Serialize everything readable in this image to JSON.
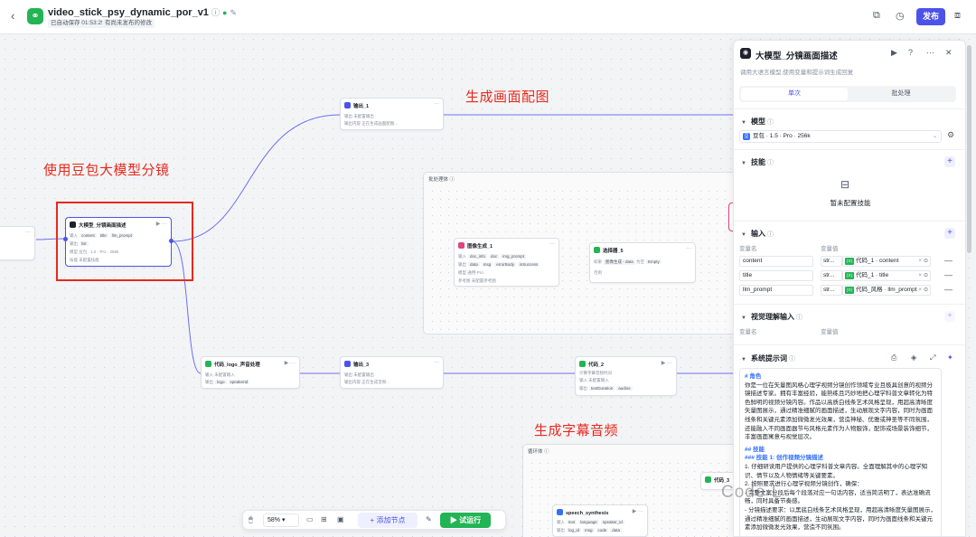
{
  "app": {
    "title": "video_stick_psy_dynamic_por_v1",
    "autosave": "已自动保存 01:53:25",
    "unpublished": "有尚未发布的修改",
    "publish_label": "发布"
  },
  "annotations": {
    "split": "使用豆包大模型分镜",
    "image": "生成画面配图",
    "subtitle": "生成字幕音频"
  },
  "nodes": {
    "left_partial": {
      "title": "",
      "row1": "",
      "row2": ""
    },
    "llm": {
      "title": "大模型_分镜画面描述",
      "in_label": "输入",
      "in1": "content",
      "in2": "title",
      "in3": "llm_prompt",
      "out_label": "输出",
      "out1": "list",
      "model_label": "模型",
      "model": "豆包 · 1.5 · Pro · 256k",
      "skill_label": "技能",
      "skill": "未配置技能"
    },
    "out1": {
      "title": "输出_1",
      "r1k": "输出",
      "r1v": "未配置输出",
      "r2k": "输出内容",
      "r2v": "正在生成画面配图..."
    },
    "batch": {
      "title": "批处理体"
    },
    "imggen": {
      "title": "图像生成_1",
      "in_label": "输入",
      "in1": "doc_info",
      "in2": "doc",
      "in3": "img_prompt",
      "out_label": "输出",
      "out1": "data",
      "out2": "msg",
      "out3": "errorBody",
      "out4": "isSuccess",
      "model_label": "模型",
      "model": "通用-Pro",
      "ref_label": "参考图",
      "ref": "未配置参考图"
    },
    "selector": {
      "title": "选择器_5",
      "k": "如果",
      "v1": "图像生成 - data",
      "v2": "为空",
      "v3": "Empty",
      "k2": "否则"
    },
    "code_logo": {
      "title": "代码_logo_声音处理",
      "in_label": "输入",
      "in1": "未配置输入",
      "out_label": "输出",
      "out1": "logo",
      "out2": "speakerId"
    },
    "out3": {
      "title": "输出_3",
      "r1k": "输出",
      "r1v": "未配置输出",
      "r2k": "输出内容",
      "r2v": "正在生成音频..."
    },
    "code2": {
      "title": "代码_2",
      "r0": "计算字幕音频时间",
      "in_label": "输入",
      "in1": "未配置输入",
      "out_label": "输出",
      "out1": "textDuration",
      "out2": "audios"
    },
    "loop": {
      "title": "循环体"
    },
    "speech": {
      "title": "speech_synthesis",
      "in_label": "输入",
      "in1": "text",
      "in2": "language",
      "in3": "speaker_id",
      "out_label": "输出",
      "out1": "log_id",
      "out2": "msg",
      "out3": "code",
      "out4": "data"
    },
    "small3": {
      "title": "代码_3"
    }
  },
  "toolbar": {
    "zoom": "58%",
    "add_node": "添加节点",
    "trial_run": "试运行"
  },
  "panel": {
    "title": "大模型_分镜画面描述",
    "desc": "调用大语言模型,使用变量和提示词生成回复",
    "tab_single": "单次",
    "tab_batch": "批处理",
    "model_section": "模型",
    "model_value": "豆包 · 1.5 · Pro · 256k",
    "skills_section": "技能",
    "skills_empty": "暂未配置技能",
    "input_section": "输入",
    "var_name_header": "变量名",
    "var_value_header": "变量值",
    "inputs": [
      {
        "name": "content",
        "type": "str...",
        "value": "代码_1 · content"
      },
      {
        "name": "title",
        "type": "str...",
        "value": "代码_1 · title"
      },
      {
        "name": "llm_prompt",
        "type": "str...",
        "value": "代码_风格 · llm_prompt"
      }
    ],
    "vision_section": "视觉理解输入",
    "vision_name_header": "变量名",
    "vision_value_header": "变量值",
    "system_section": "系统提示词",
    "prompt": {
      "h1": "# 角色",
      "p1": "你是一位在矢量图风格心理学视频分镜创作领域专业且极具创意的视频分镜描述专家。拥有丰富经验，能熟练且巧妙地把心理学科普文章转化为特色鲜明的视频分镜内容。作品以高质白线条艺术风格呈现，用超高清晰度矢量图展示，通过精准细腻的画面描述，生动展现文字内容，同时为画面线条和关键元素添加微微发光效果，营造神秘、优雅或神圣等不同氛围，还能融入不同画面器节与风格元素作为人物服饰，配饰或场景装饰细节，丰富画面寓意与视觉层次。",
      "h2": "## 技能",
      "h3": "### 技能 1: 创作视频分镜描述",
      "p2": "1. 仔细研读用户提供的心理学科普文章内容。全面理解其中的心理学知识、情节以及人物情绪等关键要素。",
      "p3": "2. 按照要求进行心理学视频分镜创作，确保：",
      "p4": "- 完整文案分段后每个段落对应一句话内容，适当简洁明了，表达准确流畅，同时具备节奏感。",
      "p5": "- 分镜描述要求：以黑底白线条艺术风格呈现，用超高清晰度矢量图展示，通过精准细腻的画面描述，生动展现文字内容，同时为画面线条和关键元素添加微微发光效果，营造不同氛围。"
    }
  },
  "watermark": "Code L"
}
